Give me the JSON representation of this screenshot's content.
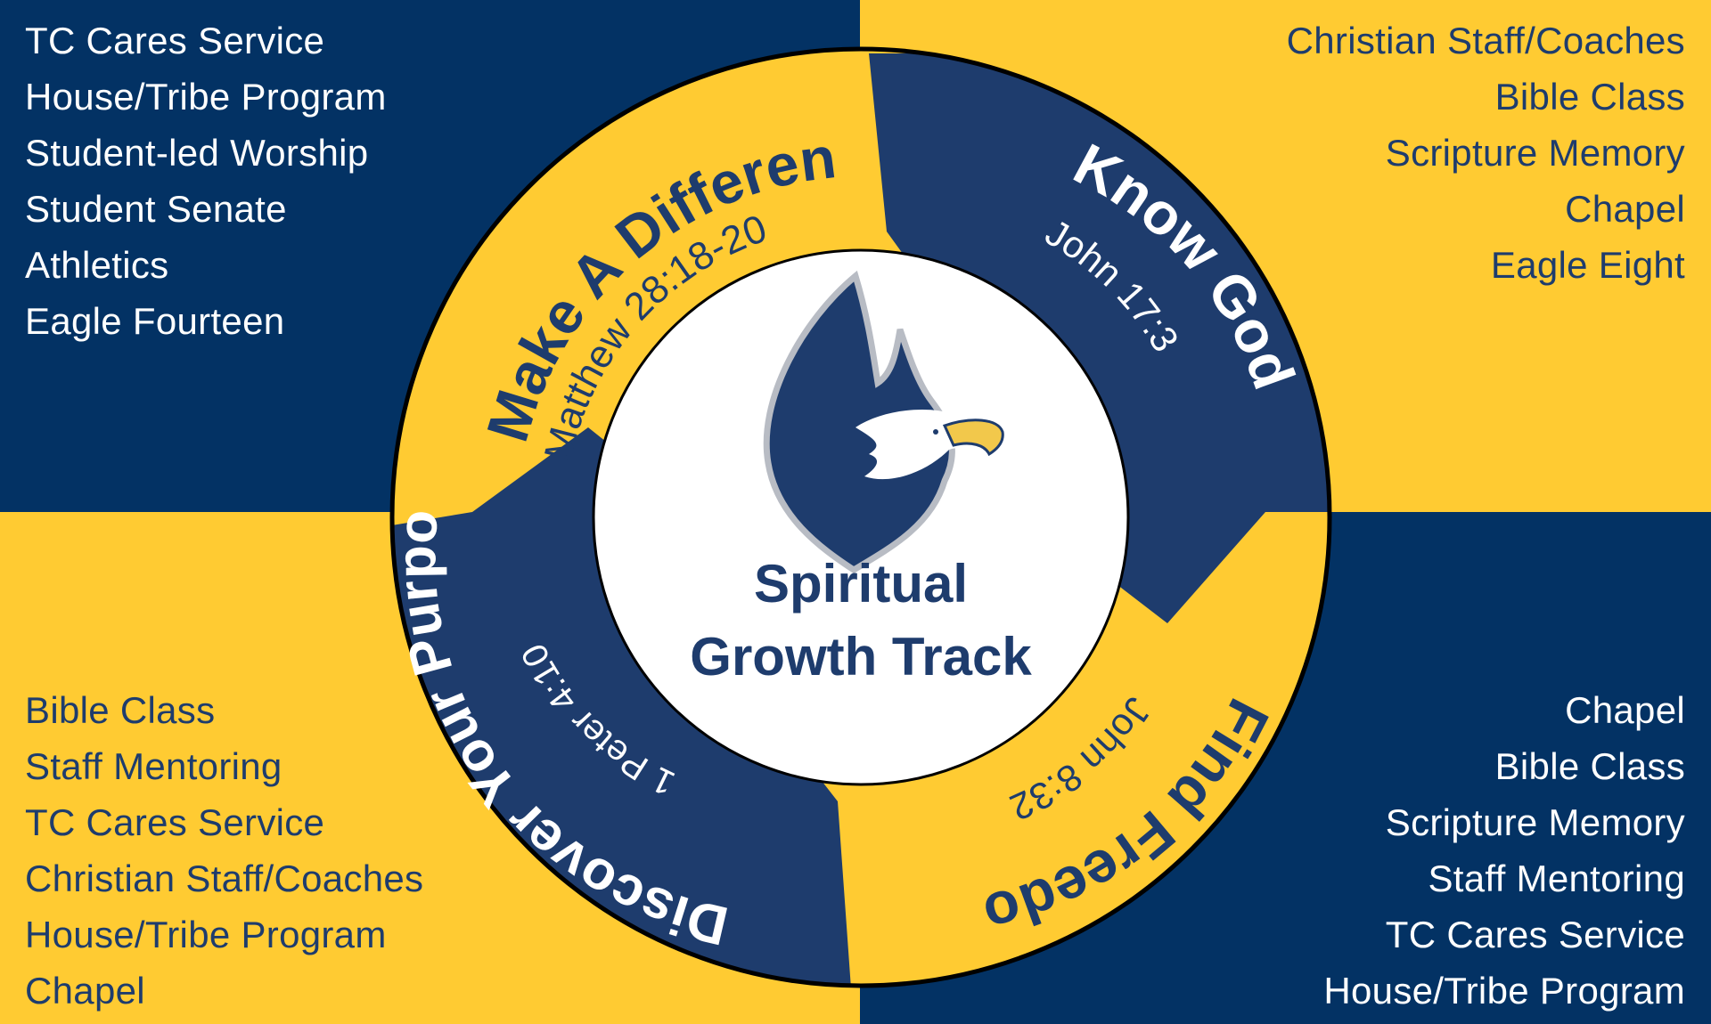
{
  "title": "Spiritual Growth Track",
  "center": {
    "line1": "Spiritual",
    "line2": "Growth Track",
    "logo": "eagle-head-logo"
  },
  "colors": {
    "navy": "#033264",
    "ring_navy": "#1e3c6d",
    "gold": "#ffcb32",
    "white": "#ffffff",
    "outline": "#000000"
  },
  "ring_segments": [
    {
      "label": "Make A Difference",
      "verse": "Matthew 28:18-20",
      "color": "gold",
      "position": "top-left"
    },
    {
      "label": "Know God",
      "verse": "John 17:3",
      "color": "navy",
      "position": "top-right"
    },
    {
      "label": "Find Freedom",
      "verse": "John 8:32",
      "color": "gold",
      "position": "bottom-right"
    },
    {
      "label": "Discover Your Purpose",
      "verse": "1 Peter 4:10",
      "color": "navy",
      "position": "bottom-left"
    }
  ],
  "quadrants": {
    "top_left": {
      "items": [
        "TC Cares Service",
        "House/Tribe Program",
        "Student-led Worship",
        "Student Senate",
        "Athletics",
        "Eagle Fourteen"
      ]
    },
    "top_right": {
      "items": [
        "Christian Staff/Coaches",
        "Bible Class",
        "Scripture Memory",
        "Chapel",
        "Eagle Eight"
      ]
    },
    "bottom_left": {
      "items": [
        "Bible Class",
        "Staff Mentoring",
        "TC Cares Service",
        "Christian Staff/Coaches",
        "House/Tribe Program",
        "Chapel"
      ]
    },
    "bottom_right": {
      "items": [
        "Chapel",
        "Bible Class",
        "Scripture Memory",
        "Staff Mentoring",
        "TC Cares Service",
        "House/Tribe Program"
      ]
    }
  }
}
